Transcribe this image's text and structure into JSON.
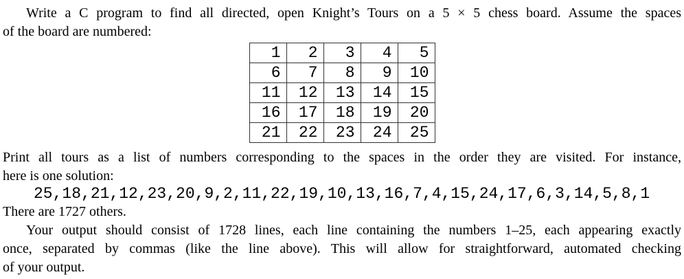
{
  "document": {
    "colors": {
      "background": "#ffffff",
      "text": "#000000",
      "table_border": "#333333"
    },
    "intro": {
      "lines": [
        "Write a C program to find all directed, open Knight’s Tours on a 5 × 5 chess board. Assume the spaces",
        "of the board are numbered:"
      ]
    },
    "board": {
      "rows": [
        [
          "1",
          "2",
          "3",
          "4",
          "5"
        ],
        [
          "6",
          "7",
          "8",
          "9",
          "10"
        ],
        [
          "11",
          "12",
          "13",
          "14",
          "15"
        ],
        [
          "16",
          "17",
          "18",
          "19",
          "20"
        ],
        [
          "21",
          "22",
          "23",
          "24",
          "25"
        ]
      ]
    },
    "tours": {
      "lines": [
        "Print all tours as a list of numbers corresponding to the spaces in the order they are visited. For instance,",
        "here is one solution:"
      ],
      "solution": "25,18,21,12,23,20,9,2,11,22,19,10,13,16,7,4,15,24,17,6,3,14,5,8,1",
      "others": "There are 1727 others."
    },
    "output": {
      "lines": [
        "Your output should consist of 1728 lines, each line containing the numbers 1–25, each appearing exactly",
        "once, separated by commas (like the line above). This will allow for straightforward, automated checking",
        "of your output."
      ]
    }
  }
}
